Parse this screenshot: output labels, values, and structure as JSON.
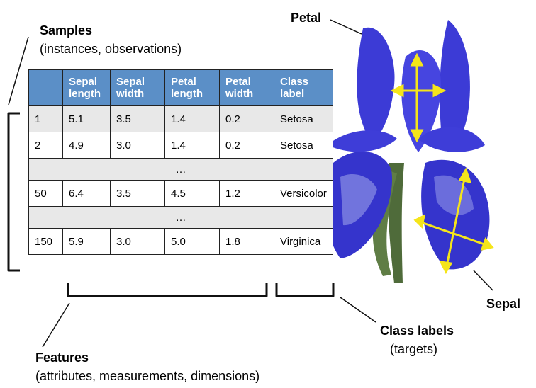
{
  "labels": {
    "samples_title": "Samples",
    "samples_sub": "(instances, observations)",
    "petal": "Petal",
    "sepal": "Sepal",
    "features_title": "Features",
    "features_sub": "(attributes, measurements, dimensions)",
    "class_title": "Class labels",
    "class_sub": "(targets)"
  },
  "table": {
    "headers": [
      {
        "line1": "",
        "line2": ""
      },
      {
        "line1": "Sepal",
        "line2": "length"
      },
      {
        "line1": "Sepal",
        "line2": "width"
      },
      {
        "line1": "Petal",
        "line2": "length"
      },
      {
        "line1": "Petal",
        "line2": "width"
      },
      {
        "line1": "Class",
        "line2": "label"
      }
    ],
    "rows": [
      [
        "1",
        "5.1",
        "3.5",
        "1.4",
        "0.2",
        "Setosa"
      ],
      [
        "2",
        "4.9",
        "3.0",
        "1.4",
        "0.2",
        "Setosa"
      ],
      [
        "50",
        "6.4",
        "3.5",
        "4.5",
        "1.2",
        "Versicolor"
      ],
      [
        "150",
        "5.9",
        "3.0",
        "5.0",
        "1.8",
        "Virginica"
      ]
    ],
    "ellipsis": "…"
  },
  "colors": {
    "header_bg": "#5b8fc7",
    "gray_row": "#e8e8e8",
    "petal_blue": "#3a39d9",
    "arrow_yellow": "#f5e51a"
  },
  "image": {
    "icon": "iris-flower-icon"
  }
}
